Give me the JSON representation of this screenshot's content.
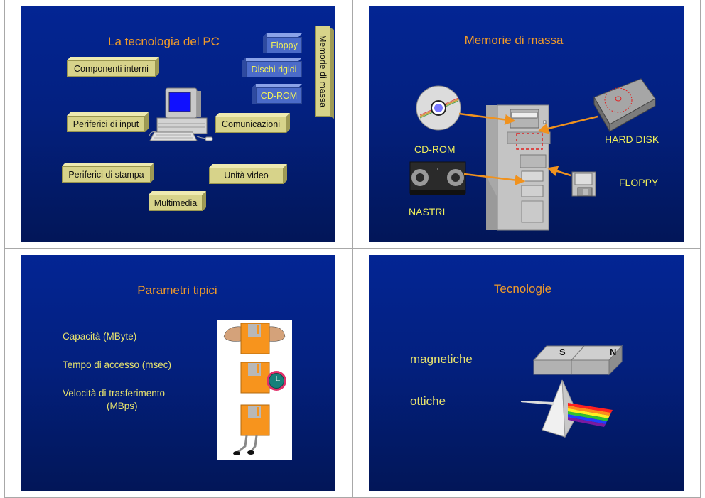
{
  "slides": [
    {
      "title": "La tecnologia del PC",
      "boxes": {
        "componenti_interni": "Componenti interni",
        "periferici_input": "Periferici di input",
        "comunicazioni": "Comunicazioni",
        "periferici_stampa": "Periferici di stampa",
        "unita_video": "Unità video",
        "multimedia": "Multimedia"
      },
      "memorie_group": {
        "label": "Memorie di massa",
        "items": [
          "Floppy",
          "Dischi rigidi",
          "CD-ROM"
        ]
      },
      "colors": {
        "box": "#d7d38a",
        "box_blue": "#4b6bc9",
        "title": "#ef9a2a"
      }
    },
    {
      "title": "Memorie di massa",
      "labels": {
        "cdrom": "CD-ROM",
        "nastri": "NASTRI",
        "hard_disk": "HARD DISK",
        "floppy": "FLOPPY"
      },
      "colors": {
        "arrow": "#f0921e",
        "label": "#f0ef5a"
      }
    },
    {
      "title": "Parametri tipici",
      "bullets": [
        "Capacità (MByte)",
        "Tempo di accesso (msec)",
        "Velocità di  trasferimento",
        "(MBps)"
      ]
    },
    {
      "title": "Tecnologie",
      "bullets": [
        "magnetiche",
        "ottiche"
      ],
      "magnet_poles": [
        "S",
        "N"
      ]
    }
  ]
}
